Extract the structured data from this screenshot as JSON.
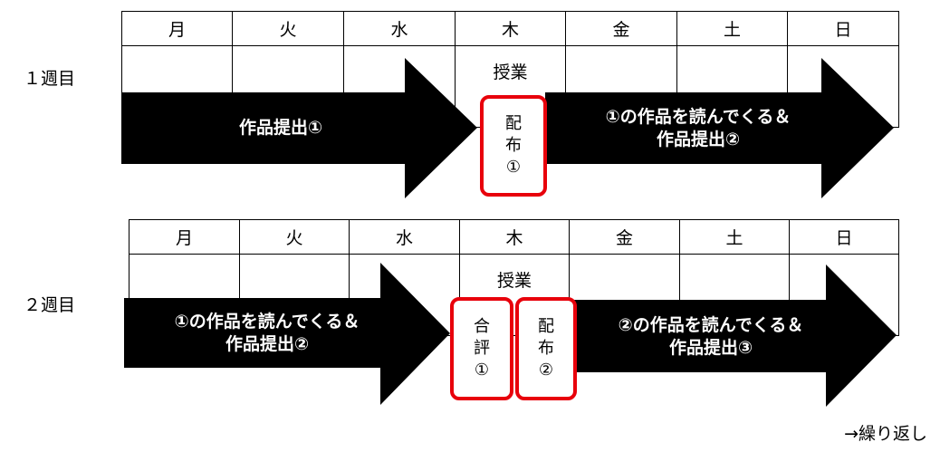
{
  "days": [
    "月",
    "火",
    "水",
    "木",
    "金",
    "土",
    "日"
  ],
  "weeks": [
    {
      "label": "１週目",
      "class_label": "授業",
      "arrows": [
        {
          "lines": [
            "作品提出①"
          ]
        },
        {
          "lines": [
            "①の作品を読んでくる＆",
            "作品提出②"
          ]
        }
      ],
      "boxes": [
        {
          "lines": [
            "配",
            "布",
            "①"
          ]
        }
      ]
    },
    {
      "label": "２週目",
      "class_label": "授業",
      "arrows": [
        {
          "lines": [
            "①の作品を読んでくる＆",
            "作品提出②"
          ]
        },
        {
          "lines": [
            "②の作品を読んでくる＆",
            "作品提出③"
          ]
        }
      ],
      "boxes": [
        {
          "lines": [
            "合",
            "評",
            "①"
          ]
        },
        {
          "lines": [
            "配",
            "布",
            "②"
          ]
        }
      ]
    }
  ],
  "footer": "→繰り返し"
}
